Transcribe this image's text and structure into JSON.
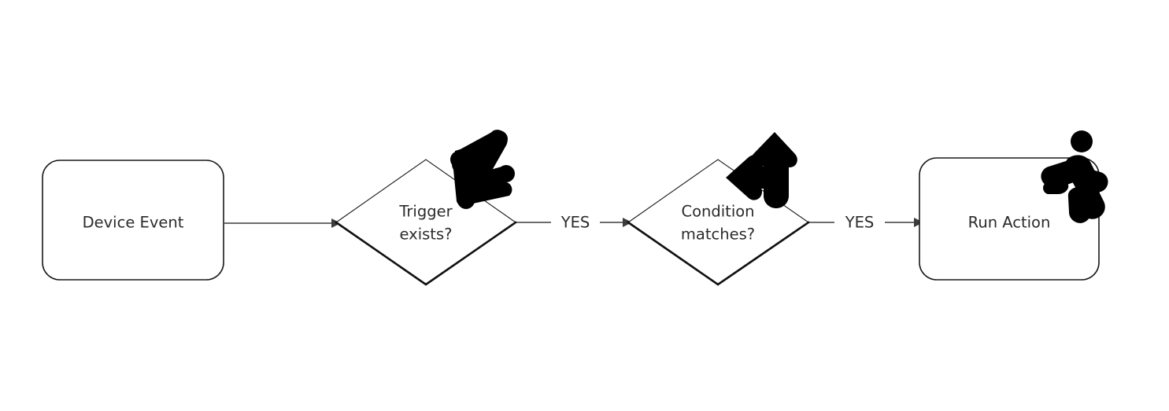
{
  "diagram": {
    "type": "flowchart",
    "orientation": "left-to-right",
    "background_color": "#ffffff",
    "stroke_color": "#1a1a1a",
    "text_color": "#2b2b2b",
    "nodes": [
      {
        "id": "device-event",
        "shape": "rounded-rectangle",
        "label": "Device Event",
        "icon": null
      },
      {
        "id": "trigger-exists",
        "shape": "diamond",
        "label_line1": "Trigger",
        "label_line2": "exists?",
        "icon": "lightning-bolt-icon"
      },
      {
        "id": "condition-matches",
        "shape": "diamond",
        "label_line1": "Condition",
        "label_line2": "matches?",
        "icon": "fork-branch-arrow-icon"
      },
      {
        "id": "run-action",
        "shape": "rounded-rectangle",
        "label": "Run Action",
        "icon": "running-person-icon"
      }
    ],
    "edges": [
      {
        "id": "edge-1",
        "from": "device-event",
        "to": "trigger-exists",
        "label": ""
      },
      {
        "id": "edge-2",
        "from": "trigger-exists",
        "to": "condition-matches",
        "label": "YES"
      },
      {
        "id": "edge-3",
        "from": "condition-matches",
        "to": "run-action",
        "label": "YES"
      }
    ]
  }
}
